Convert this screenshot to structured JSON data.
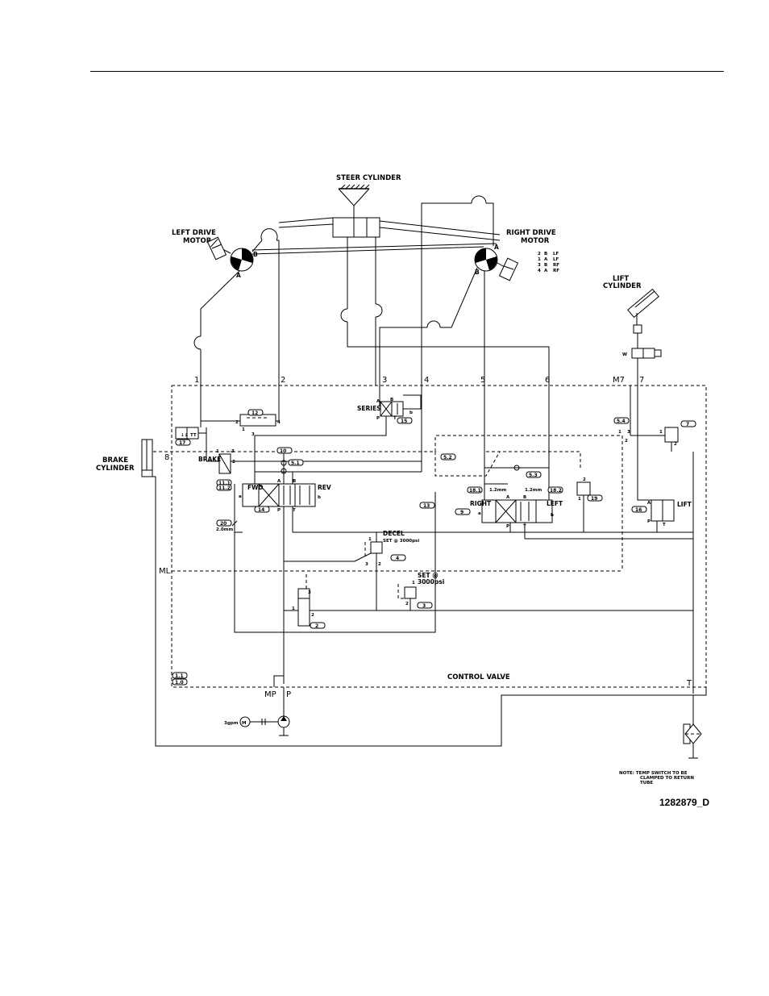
{
  "labels": {
    "steer_cylinder": "STEER CYLINDER",
    "left_drive_motor_1": "LEFT DRIVE",
    "left_drive_motor_2": "MOTOR",
    "right_drive_motor_1": "RIGHT DRIVE",
    "right_drive_motor_2": "MOTOR",
    "lift_cylinder_1": "LIFT",
    "lift_cylinder_2": "CYLINDER",
    "brake_cylinder_1": "BRAKE",
    "brake_cylinder_2": "CYLINDER",
    "control_valve": "CONTROL VALVE",
    "series": "SERIES",
    "brake": "BRAKE",
    "fwd": "FWD",
    "rev": "REV",
    "right": "RIGHT",
    "left": "LEFT",
    "lift": "LIFT",
    "decel_1": "DECEL",
    "decel_2": "SET @ 3000psi",
    "set_1": "SET @",
    "set_2": "3000psi",
    "pump_flow": "3gpm",
    "motor_symbol": "M",
    "orifice_left": "1.2mm",
    "orifice_right": "1.2mm",
    "orifice_20": "2.0mm",
    "motor_port_a": "A",
    "motor_port_b": "B"
  },
  "motor_port_table": [
    {
      "num": "2",
      "port": "B",
      "pos": "LF"
    },
    {
      "num": "1",
      "port": "A",
      "pos": "LF"
    },
    {
      "num": "3",
      "port": "B",
      "pos": "RF"
    },
    {
      "num": "4",
      "port": "A",
      "pos": "RF"
    }
  ],
  "ports": {
    "p1": "1",
    "p2": "2",
    "p3": "3",
    "p4": "4",
    "p5": "5",
    "p6": "6",
    "m7": "M7",
    "p7": "7",
    "p8": "8",
    "ml": "ML",
    "mp": "MP",
    "p": "P",
    "t": "T"
  },
  "callouts": {
    "c12": "12",
    "c15": "15",
    "c17": "17",
    "c5_1": "5.1",
    "c5_2": "5.2",
    "c5_3": "5.3",
    "c5_4": "5.4",
    "c11_1": "11.1",
    "c11_2": "11.2",
    "c14": "14",
    "c20": "20",
    "c13": "13",
    "c18_1": "18.1",
    "c18_2": "18.2",
    "c9": "9",
    "c19": "19",
    "c7": "7",
    "c16": "16",
    "c4": "4",
    "c3": "3",
    "c2": "2",
    "c1_1": "1.1",
    "c1_0": "1.0",
    "c10": "10"
  },
  "note": {
    "line1": "NOTE: TEMP SWITCH TO BE",
    "line2": "CLAMPED TO RETURN",
    "line3": "TUBE"
  },
  "drawing_number": "1282879_D"
}
